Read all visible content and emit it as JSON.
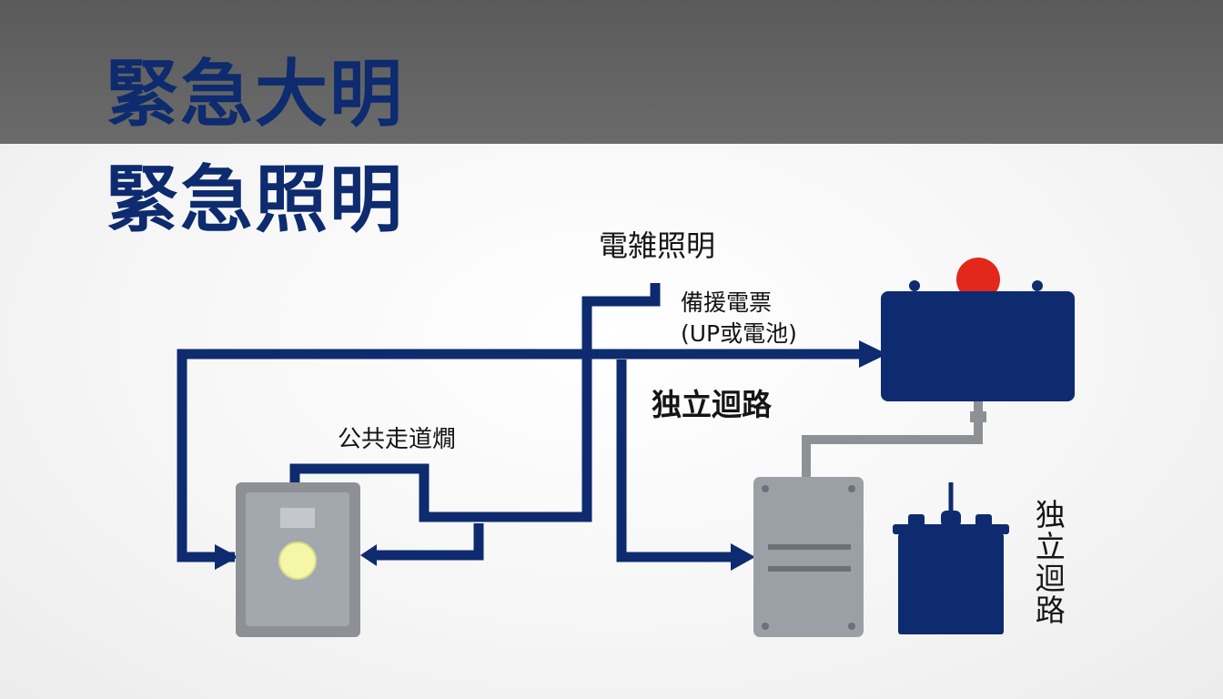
{
  "titles": {
    "line1": "緊急大明",
    "line2": "緊急照明"
  },
  "labels": {
    "general_lighting": "電雑照明",
    "backup_power_line1": "備援電票",
    "backup_power_line2": "(UP或電池)",
    "independent_circuit": "独立迴路",
    "corridor_light": "公共走道燗",
    "independent_circuit_vertical": "独立迴路"
  },
  "colors": {
    "title": "#0d2b6e",
    "wire": "#0d2b6e",
    "gray_wire": "#8d9196",
    "panel_gray": "#9aa0a6",
    "indicator_red": "#e3271b",
    "lamp_yellow": "#f4f7a8",
    "unit_navy": "#0d2b6e",
    "top_band": "#616161"
  },
  "icons": {
    "light_fixture": "emergency-light-fixture-icon",
    "backup_unit": "backup-power-unit-icon",
    "control_panel": "control-panel-icon",
    "battery": "battery-icon",
    "arrow": "arrow-right-icon"
  }
}
